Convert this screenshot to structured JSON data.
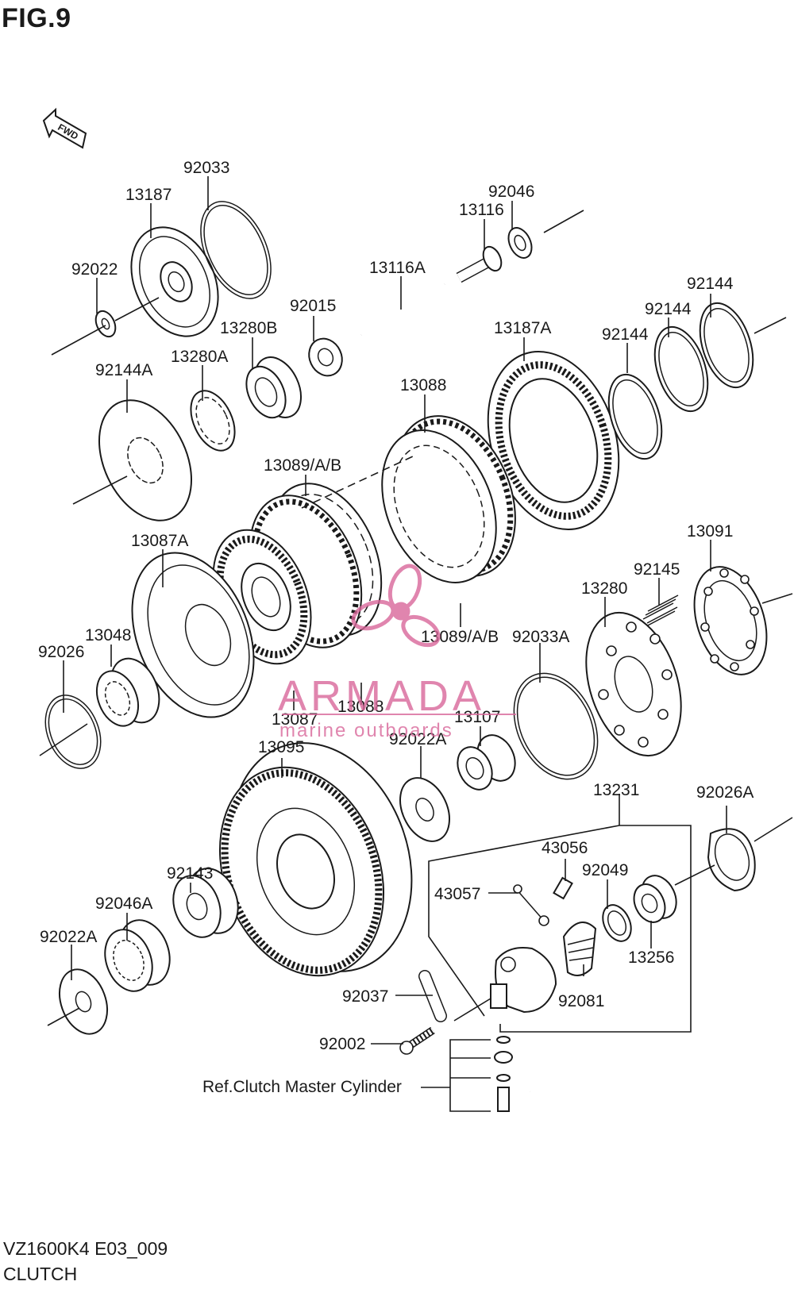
{
  "figure": {
    "title": "FIG.9",
    "fwd_label": "FWD",
    "model_code": "VZ1600K4 E03_009",
    "section_name": "CLUTCH"
  },
  "watermark": {
    "brand": "ARMADA",
    "tagline": "marine outboards",
    "color": "#d9679a"
  },
  "parts": {
    "p92033": "92033",
    "p13187": "13187",
    "p92022": "92022",
    "p13116": "13116",
    "p92046": "92046",
    "p13116A": "13116A",
    "p92015": "92015",
    "p13280B": "13280B",
    "p13280A": "13280A",
    "p92144A": "92144A",
    "p13187A": "13187A",
    "p92144a": "92144",
    "p92144b": "92144",
    "p92144c": "92144",
    "p13088top": "13088",
    "p13089top": "13089/A/B",
    "p13087A": "13087A",
    "p13048": "13048",
    "p92026": "92026",
    "p13089bot": "13089/A/B",
    "p92033A": "92033A",
    "p13091": "13091",
    "p92145": "92145",
    "p13280": "13280",
    "p13087": "13087",
    "p13088bot": "13088",
    "p13107": "13107",
    "p13095": "13095",
    "p92022A": "92022A",
    "p13231": "13231",
    "p92026A": "92026A",
    "p43056": "43056",
    "p92049": "92049",
    "p43057": "43057",
    "p92143": "92143",
    "p92046A": "92046A",
    "p13256": "13256",
    "p92022Ab": "92022A",
    "p92081": "92081",
    "p92037": "92037",
    "p92002": "92002",
    "ref_master": "Ref.Clutch Master Cylinder"
  }
}
